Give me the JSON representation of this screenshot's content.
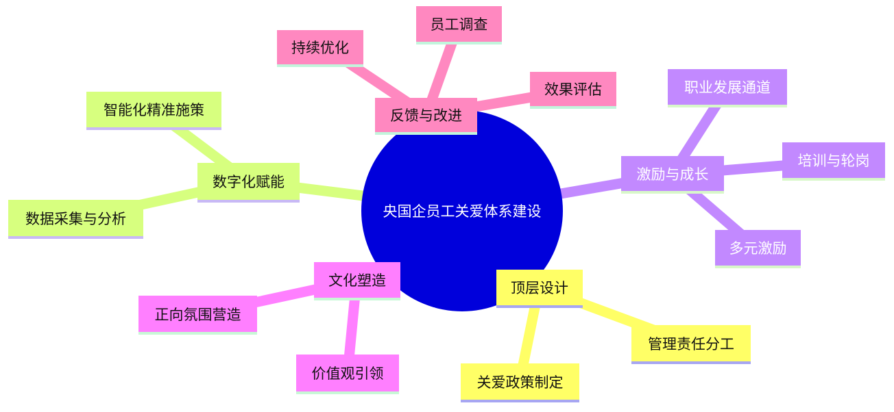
{
  "root": {
    "label": "央国企员工关爱体系建设",
    "color": "#0000db"
  },
  "branches": {
    "feedback": {
      "label": "反馈与改进",
      "color": "#ff88c0",
      "underline": "#c2f5dc",
      "children": [
        "持续优化",
        "员工调查",
        "效果评估"
      ]
    },
    "incentive": {
      "label": "激励与成长",
      "color": "#c289ff",
      "underline": "#d8f7c9",
      "children": [
        "职业发展通道",
        "培训与轮岗",
        "多元激励"
      ]
    },
    "design": {
      "label": "顶层设计",
      "color": "#ffff66",
      "underline": "#a7a6f2",
      "children": [
        "管理责任分工",
        "关爱政策制定"
      ]
    },
    "culture": {
      "label": "文化塑造",
      "color": "#ff7fff",
      "underline": "#c8f8d6",
      "children": [
        "正向氛围营造",
        "价值观引领"
      ]
    },
    "digital": {
      "label": "数字化赋能",
      "color": "#d7ff7f",
      "underline": "#c8b9f5",
      "children": [
        "智能化精准施策",
        "数据采集与分析"
      ]
    }
  }
}
